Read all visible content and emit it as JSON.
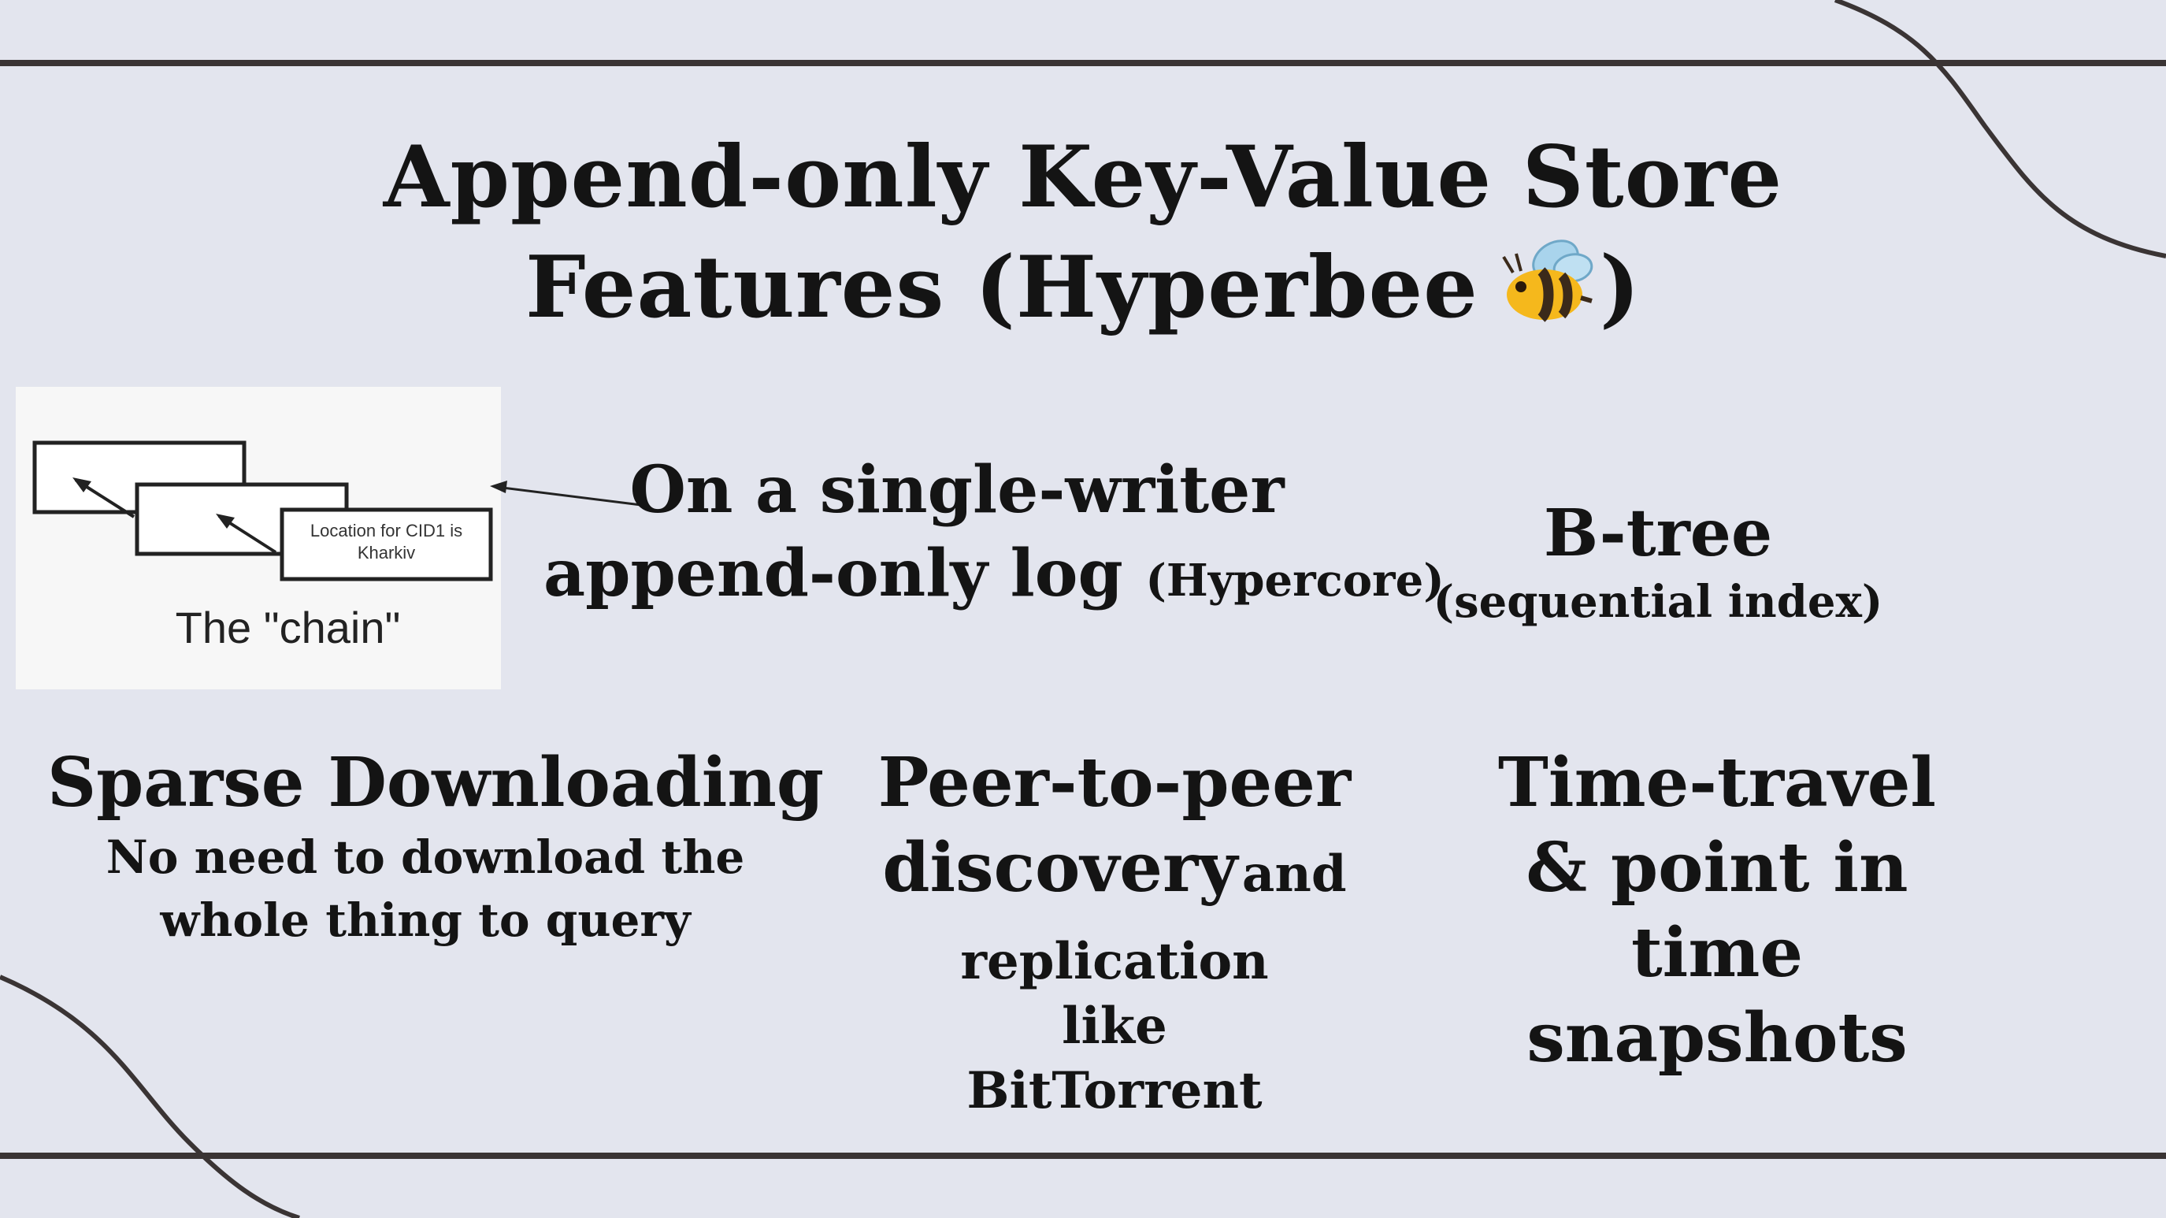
{
  "title": {
    "line1": "Append-only Key-Value Store",
    "line2_prefix": "Features (Hyperbee",
    "line2_suffix": ")"
  },
  "icons": {
    "bee": "bee-icon"
  },
  "chain_figure": {
    "note": "Location for CID1 is Kharkiv",
    "caption": "The \"chain\""
  },
  "log": {
    "line1": "On a single-writer",
    "line2": "append-only log",
    "note": "(Hypercore)"
  },
  "btree": {
    "heading": "B-tree",
    "note": "(sequential index)"
  },
  "sparse": {
    "heading": "Sparse Downloading",
    "body": "No need to download the whole thing to query"
  },
  "p2p": {
    "line1": "Peer-to-peer",
    "line2_big": "discovery",
    "line2_small": "and",
    "rest": "replication like BitTorrent"
  },
  "timetravel": {
    "heading": "Time-travel & point in time snapshots"
  },
  "colors": {
    "background": "#e3e5ee",
    "rule": "#3a3434",
    "text": "#141414"
  }
}
